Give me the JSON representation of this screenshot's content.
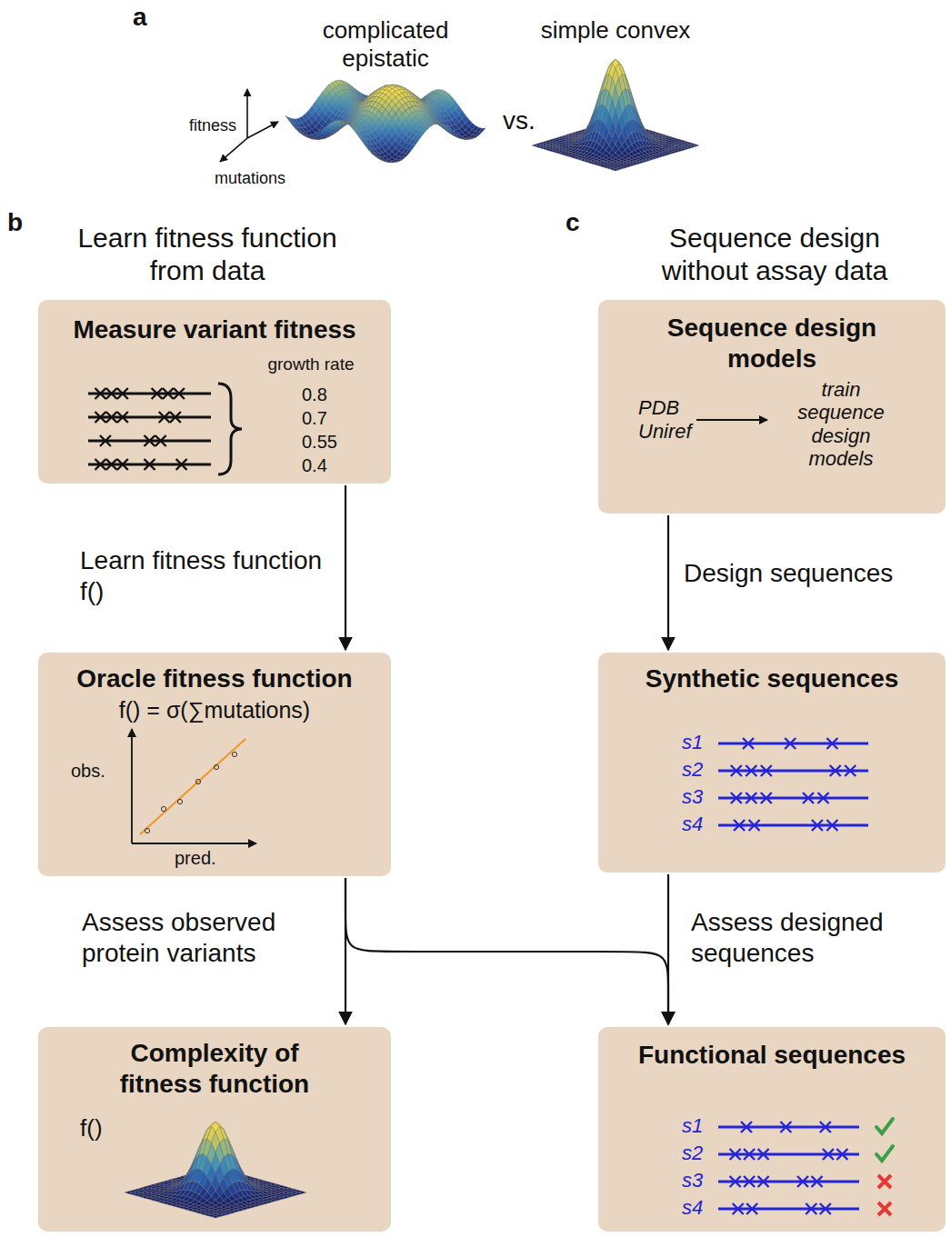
{
  "diagram": {
    "nodes": [
      {
        "text": [
          "Measure variant fitness",
          "growth rate",
          "0.8",
          "0.7",
          "0.55",
          "0.4"
        ]
      },
      {
        "text": [
          "Oracle fitness function",
          "f() = σ(∑mutations)",
          "obs.",
          "pred."
        ]
      },
      {
        "text": [
          "Complexity of fitness function",
          "f()"
        ]
      },
      {
        "text": [
          "Sequence design models",
          "PDB Uniref",
          "train sequence design models"
        ]
      },
      {
        "text": [
          "Synthetic sequences",
          "s1",
          "s2",
          "s3",
          "s4"
        ]
      },
      {
        "text": [
          "Functional sequences",
          "s1",
          "s2",
          "s3",
          "s4"
        ]
      }
    ],
    "edges": [
      {
        "from": 0,
        "to": 1,
        "arrow": "to",
        "label": "Learn fitness function f()"
      },
      {
        "from": 1,
        "to": 2,
        "arrow": "to",
        "label": "Assess observed protein variants"
      },
      {
        "from": 3,
        "to": 4,
        "arrow": "to",
        "label": "Design sequences"
      },
      {
        "from": 4,
        "to": 5,
        "arrow": "to",
        "label": "Assess designed sequences"
      },
      {
        "from": 1,
        "to": 5,
        "arrow": "to"
      }
    ],
    "labels": [
      "a",
      "complicated epistatic",
      "simple convex",
      "fitness",
      "mutations",
      "vs.",
      "b",
      "Learn fitness function from data",
      "c",
      "Sequence design without assay data"
    ]
  }
}
